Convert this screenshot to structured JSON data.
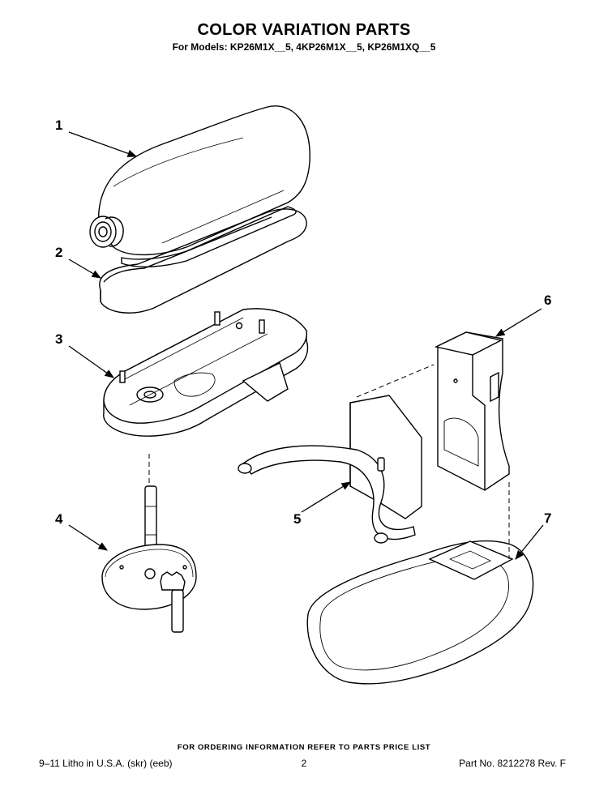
{
  "header": {
    "title": "COLOR VARIATION PARTS",
    "subtitle": "For Models: KP26M1X__5, 4KP26M1X__5, KP26M1XQ__5"
  },
  "callouts": [
    "1",
    "2",
    "3",
    "4",
    "5",
    "6",
    "7"
  ],
  "parts": [
    {
      "id": "1",
      "icon": "motor-housing-cover"
    },
    {
      "id": "2",
      "icon": "housing-band"
    },
    {
      "id": "3",
      "icon": "gear-housing"
    },
    {
      "id": "4",
      "icon": "planetary-drive-shaft"
    },
    {
      "id": "5",
      "icon": "bowl-support-arm"
    },
    {
      "id": "6",
      "icon": "column-pedestal"
    },
    {
      "id": "7",
      "icon": "base"
    }
  ],
  "footer": {
    "notice": "FOR ORDERING INFORMATION REFER TO PARTS PRICE LIST",
    "litho": "9–11 Litho in U.S.A. (skr) (eeb)",
    "page": "2",
    "part_no": "Part No. 8212278 Rev. F"
  }
}
